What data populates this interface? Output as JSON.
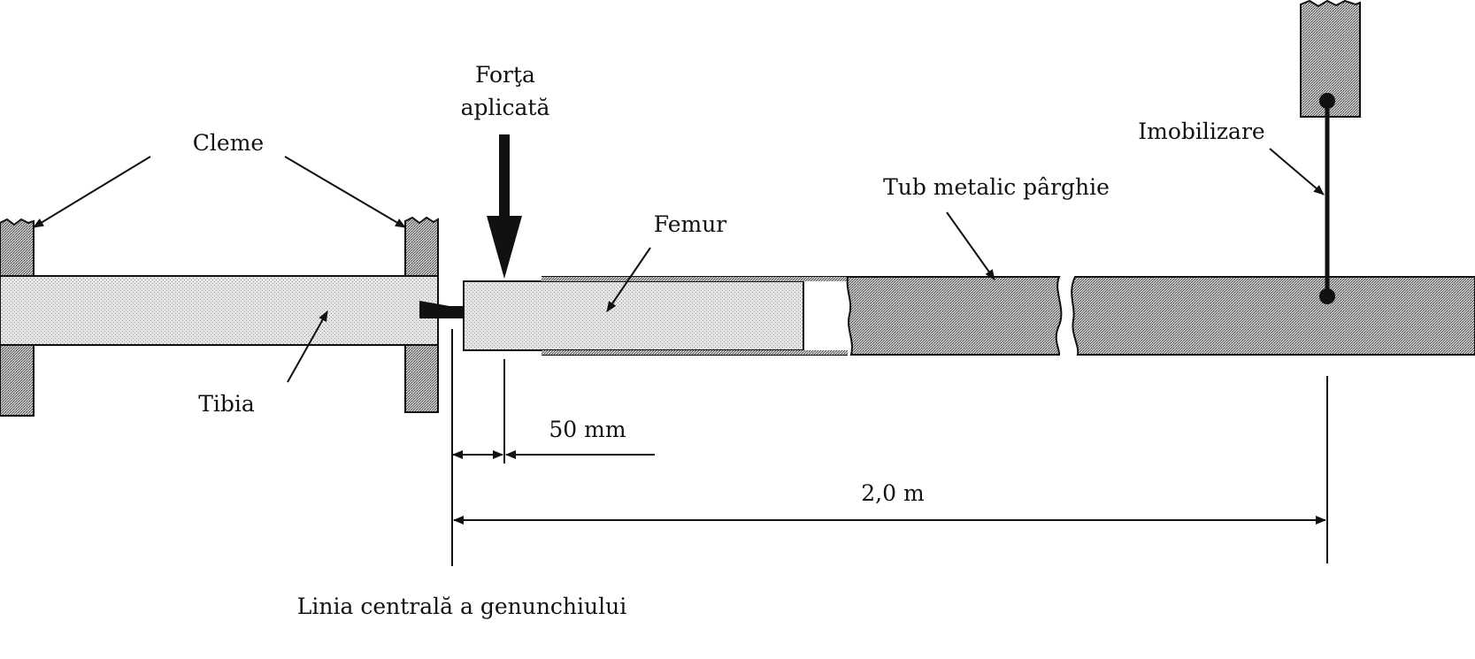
{
  "labels": {
    "force_line1": "Forţa",
    "force_line2": "aplicată",
    "clamps": "Cleme",
    "immobilization": "Imobilizare",
    "lever_tube": "Tub metalic pârghie",
    "femur": "Femur",
    "tibia": "Tibia",
    "dim_short": "50 mm",
    "dim_long": "2,0 m",
    "knee_centerline": "Linia centrală a genunchiului"
  },
  "colors": {
    "stroke": "#111111",
    "light_fill": "#dcdcdc",
    "dark_fill": "#a9a9a9",
    "background": "#ffffff"
  }
}
